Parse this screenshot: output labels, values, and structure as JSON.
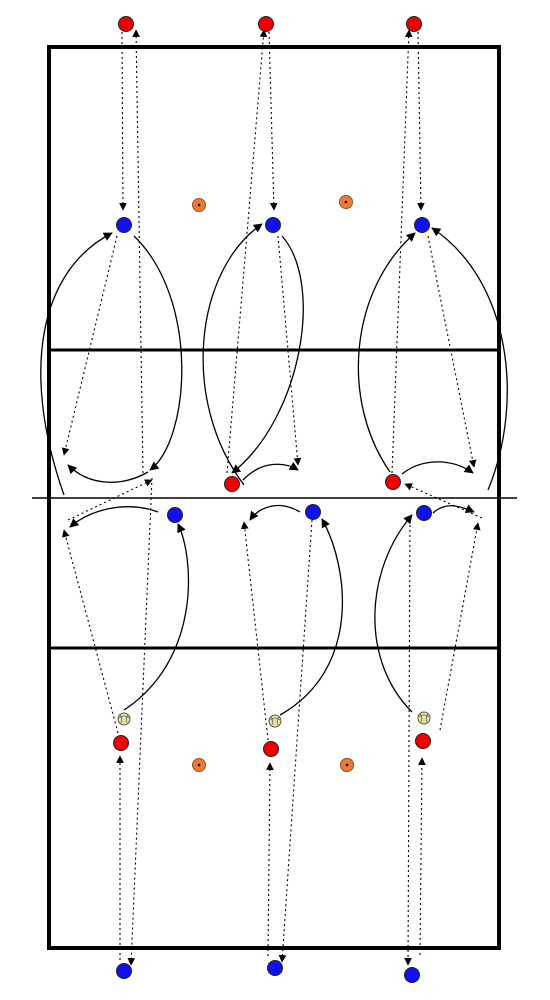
{
  "diagram": {
    "kind": "volleyball-drill",
    "colors": {
      "court_line": "#000000",
      "arrow": "#000000",
      "player_red": "#ee0000",
      "player_blue": "#1111ee",
      "cone": "#ee7a3a",
      "ball": "#e8e2a0"
    },
    "players": [
      {
        "team": "red",
        "group": "top-queue",
        "lane": 1
      },
      {
        "team": "red",
        "group": "top-queue",
        "lane": 2
      },
      {
        "team": "red",
        "group": "top-queue",
        "lane": 3
      },
      {
        "team": "blue",
        "group": "top-back",
        "lane": 1
      },
      {
        "team": "blue",
        "group": "top-back",
        "lane": 2
      },
      {
        "team": "blue",
        "group": "top-back",
        "lane": 3
      },
      {
        "team": "red",
        "group": "net-top",
        "lane": 2
      },
      {
        "team": "red",
        "group": "net-top",
        "lane": 3
      },
      {
        "team": "blue",
        "group": "net-bottom",
        "lane": 1
      },
      {
        "team": "blue",
        "group": "net-bottom",
        "lane": 2
      },
      {
        "team": "blue",
        "group": "net-bottom",
        "lane": 3
      },
      {
        "team": "red",
        "group": "bottom-back",
        "lane": 1
      },
      {
        "team": "red",
        "group": "bottom-back",
        "lane": 2
      },
      {
        "team": "red",
        "group": "bottom-back",
        "lane": 3
      },
      {
        "team": "blue",
        "group": "bottom-queue",
        "lane": 1
      },
      {
        "team": "blue",
        "group": "bottom-queue",
        "lane": 2
      },
      {
        "team": "blue",
        "group": "bottom-queue",
        "lane": 3
      }
    ],
    "cones": [
      {
        "side": "top",
        "index": 1
      },
      {
        "side": "top",
        "index": 2
      },
      {
        "side": "bottom",
        "index": 1
      },
      {
        "side": "bottom",
        "index": 2
      },
      {
        "side": "bottom",
        "index": 3
      }
    ],
    "balls": [
      {
        "lane": 1
      },
      {
        "lane": 2
      },
      {
        "lane": 3
      }
    ]
  }
}
